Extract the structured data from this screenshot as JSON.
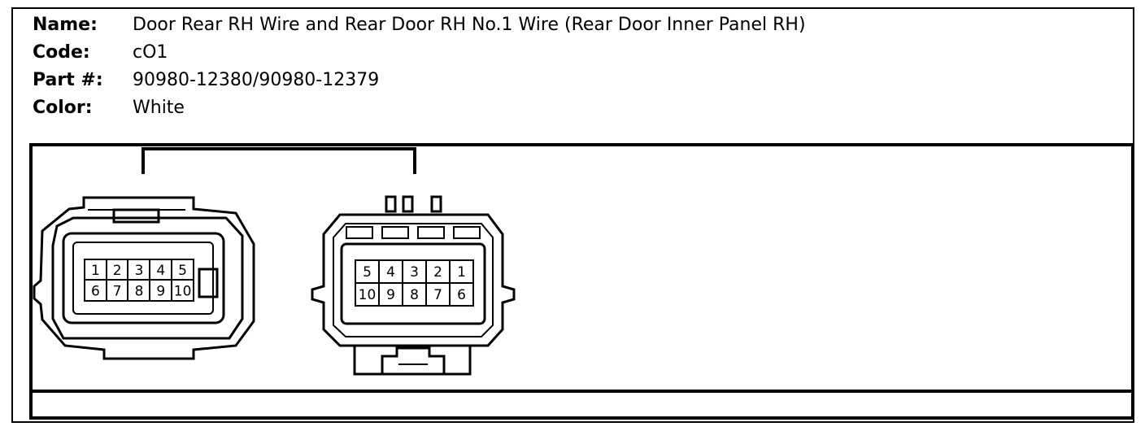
{
  "info": [
    {
      "label": "Name:",
      "value": "Door Rear RH Wire and Rear Door RH No.1 Wire (Rear Door Inner Panel RH)"
    },
    {
      "label": "Code:",
      "value": "cO1"
    },
    {
      "label": "Part #:",
      "value": "90980-12380/90980-12379"
    },
    {
      "label": "Color:",
      "value": "White"
    }
  ],
  "connectors": [
    {
      "side": "left",
      "pins": [
        "1",
        "2",
        "3",
        "4",
        "5",
        "6",
        "7",
        "8",
        "9",
        "10"
      ]
    },
    {
      "side": "right",
      "pins": [
        "5",
        "4",
        "3",
        "2",
        "1",
        "10",
        "9",
        "8",
        "7",
        "6"
      ]
    }
  ]
}
